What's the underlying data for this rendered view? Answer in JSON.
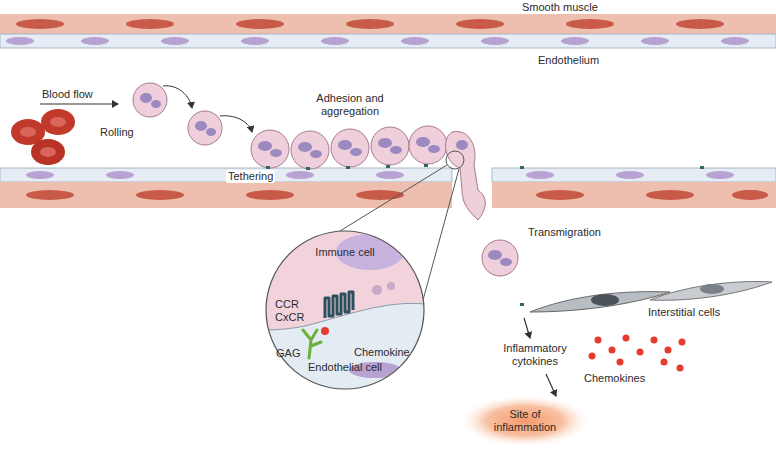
{
  "diagram": {
    "nodes": [
      {
        "text": [
          "Immune cell",
          "Endothelial cell"
        ]
      },
      {
        "text": [
          "Site of inflammation"
        ]
      }
    ],
    "labels": [
      "Smooth muscle",
      "Endothelium",
      "Blood flow",
      "Rolling",
      "Adhesion and aggregation",
      "Tethering",
      "Transmigration",
      "CCR",
      "CxCR",
      "GAG",
      "Chemokine",
      "Interstitial cells",
      "Inflammatory cytokines",
      "Chemokines"
    ]
  }
}
